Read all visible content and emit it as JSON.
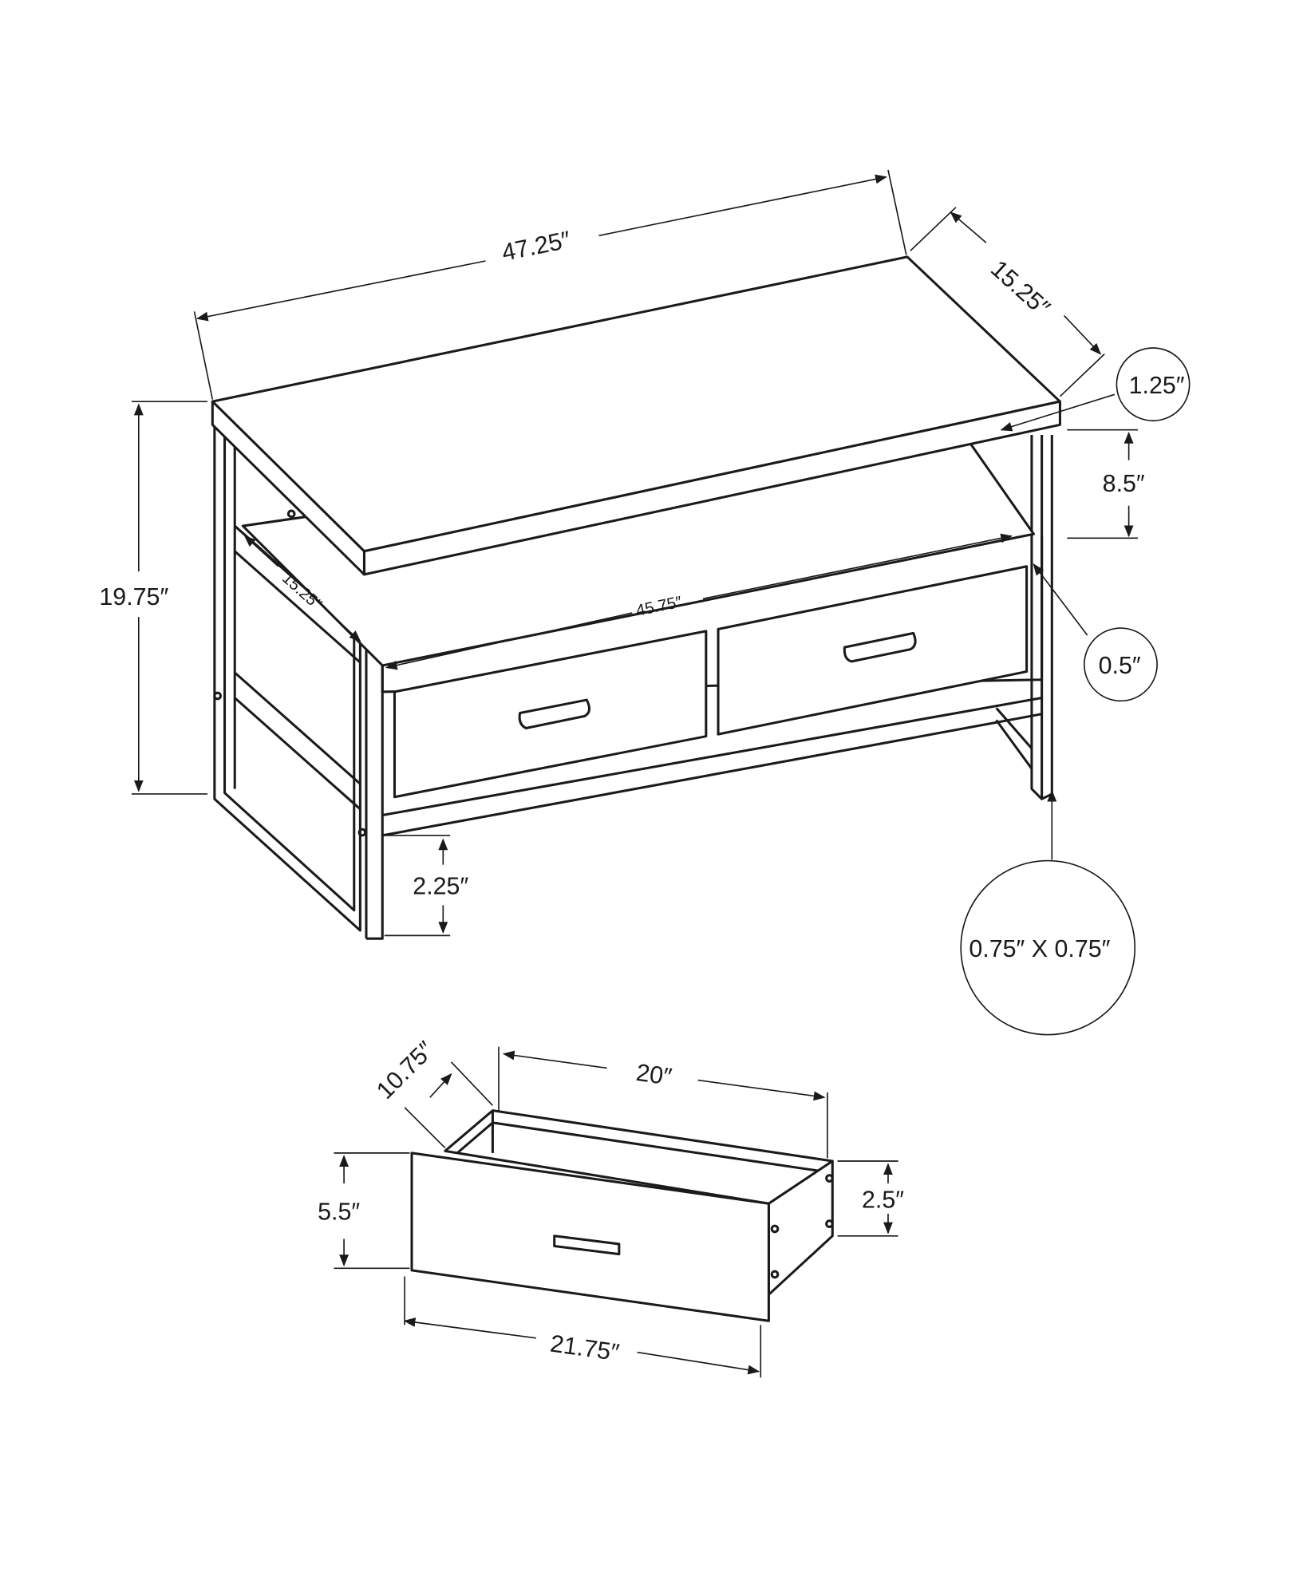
{
  "table_dimensions": {
    "width": "47.25″",
    "depth": "15.25″",
    "top_thickness": "1.25″",
    "upper_opening": "8.5″",
    "height": "19.75″",
    "inner_depth": "15.25″",
    "inner_width": "45.75″",
    "shelf_thickness": "0.5″",
    "floor_clearance": "2.25″",
    "leg_size": "0.75″ X 0.75″"
  },
  "drawer_dimensions": {
    "depth": "10.75″",
    "inner_width": "20″",
    "front_height": "5.5″",
    "side_height": "2.5″",
    "front_width": "21.75″"
  },
  "colors": {
    "line": "#1a1a1a",
    "background": "#ffffff"
  }
}
